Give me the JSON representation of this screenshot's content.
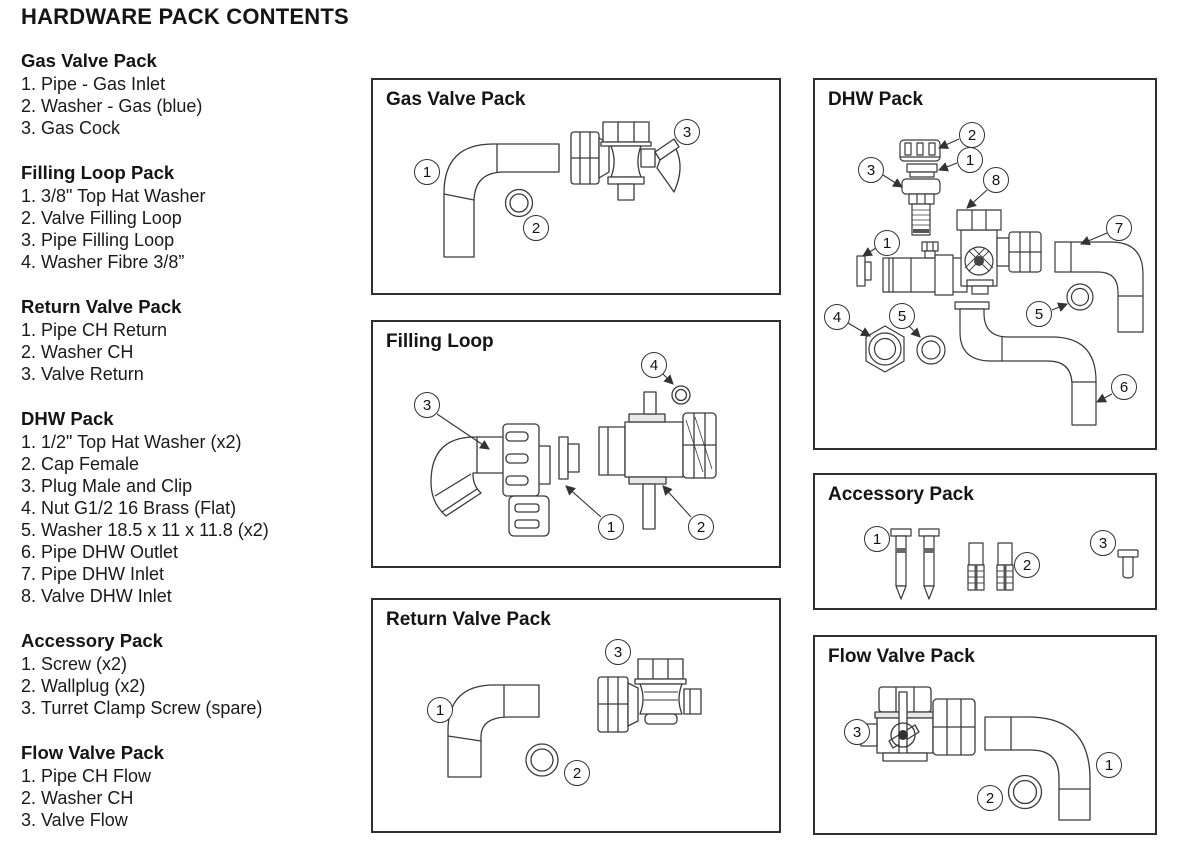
{
  "page_title": "HARDWARE PACK CONTENTS",
  "pack_lists": [
    {
      "title": "Gas Valve Pack",
      "items": [
        "Pipe - Gas Inlet",
        "Washer - Gas (blue)",
        "Gas Cock"
      ]
    },
    {
      "title": "Filling Loop Pack",
      "items": [
        "3/8\" Top Hat Washer",
        "Valve Filling Loop",
        "Pipe Filling Loop",
        "Washer Fibre 3/8”"
      ]
    },
    {
      "title": "Return Valve Pack",
      "items": [
        "Pipe CH Return",
        "Washer CH",
        "Valve Return"
      ]
    },
    {
      "title": "DHW Pack",
      "items": [
        "1/2\" Top Hat Washer (x2)",
        "Cap Female",
        "Plug Male and Clip",
        "Nut G1/2 16 Brass (Flat)",
        "Washer 18.5 x 11 x 11.8 (x2)",
        "Pipe DHW Outlet",
        "Pipe DHW Inlet",
        "Valve DHW Inlet"
      ]
    },
    {
      "title": "Accessory Pack",
      "items": [
        "Screw (x2)",
        "Wallplug (x2)",
        "Turret Clamp Screw (spare)"
      ]
    },
    {
      "title": "Flow Valve Pack",
      "items": [
        "Pipe CH Flow",
        "Washer CH",
        "Valve Flow"
      ]
    }
  ],
  "panels": {
    "gas_valve": {
      "title": "Gas Valve Pack",
      "callouts": [
        "1",
        "2",
        "3"
      ]
    },
    "filling_loop": {
      "title": "Filling Loop",
      "callouts": [
        "3",
        "1",
        "2",
        "4"
      ]
    },
    "return_valve": {
      "title": "Return Valve Pack",
      "callouts": [
        "1",
        "2",
        "3"
      ]
    },
    "dhw": {
      "title": "DHW Pack",
      "callouts": [
        "2",
        "1",
        "3",
        "8",
        "1",
        "7",
        "4",
        "5",
        "5",
        "6"
      ]
    },
    "accessory": {
      "title": "Accessory Pack",
      "callouts": [
        "1",
        "2",
        "3"
      ]
    },
    "flow_valve": {
      "title": "Flow Valve Pack",
      "callouts": [
        "3",
        "1",
        "2"
      ]
    }
  },
  "line_color": "#3a3a3a"
}
